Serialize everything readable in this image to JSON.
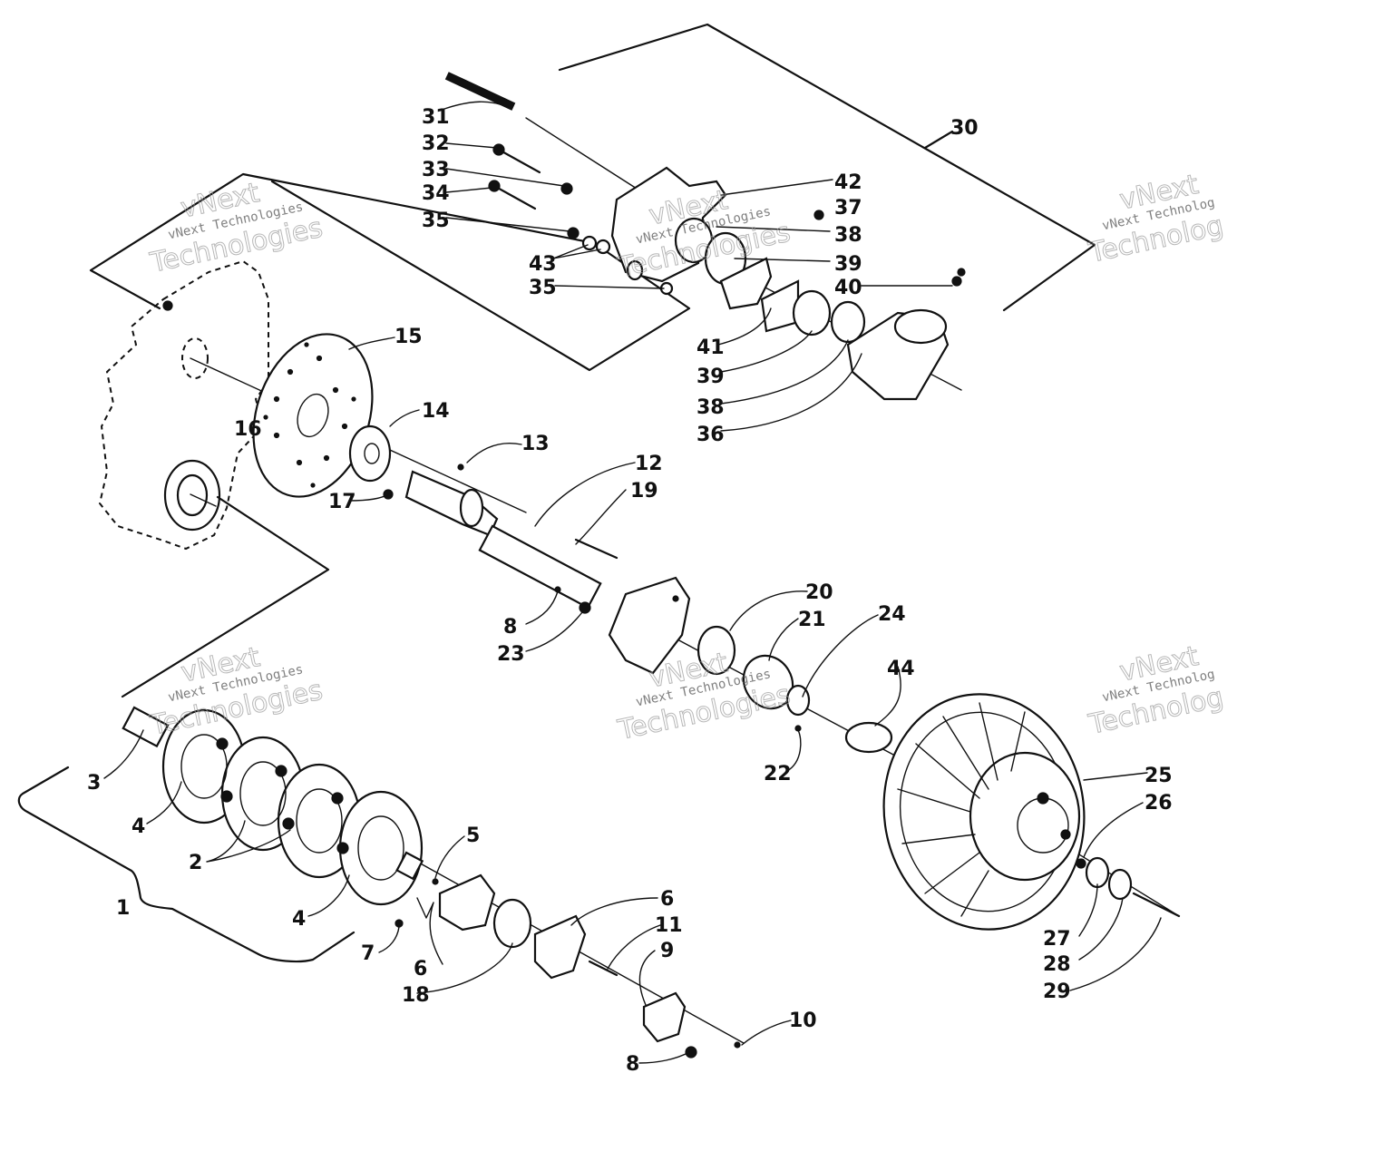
{
  "watermark": {
    "brand_top": "vNext",
    "line_small": "vNext Technologies",
    "line_big": "Technologies",
    "line_small_cut": "vNext Technolog",
    "line_big_cut": "Technolog"
  },
  "callouts": {
    "c1": "1",
    "c2": "2",
    "c3": "3",
    "c4a": "4",
    "c4b": "4",
    "c5": "5",
    "c6a": "6",
    "c6b": "6",
    "c7": "7",
    "c8a": "8",
    "c8b": "8",
    "c9": "9",
    "c10": "10",
    "c11": "11",
    "c12": "12",
    "c13": "13",
    "c14": "14",
    "c15": "15",
    "c16": "16",
    "c17": "17",
    "c18": "18",
    "c19": "19",
    "c20": "20",
    "c21": "21",
    "c22": "22",
    "c23": "23",
    "c24": "24",
    "c25": "25",
    "c26": "26",
    "c27": "27",
    "c28": "28",
    "c29": "29",
    "c30": "30",
    "c31": "31",
    "c32": "32",
    "c33": "33",
    "c34": "34",
    "c35a": "35",
    "c35b": "35",
    "c36": "36",
    "c37": "37",
    "c38a": "38",
    "c38b": "38",
    "c39a": "39",
    "c39b": "39",
    "c40": "40",
    "c41": "41",
    "c42": "42",
    "c43": "43",
    "c44": "44"
  }
}
